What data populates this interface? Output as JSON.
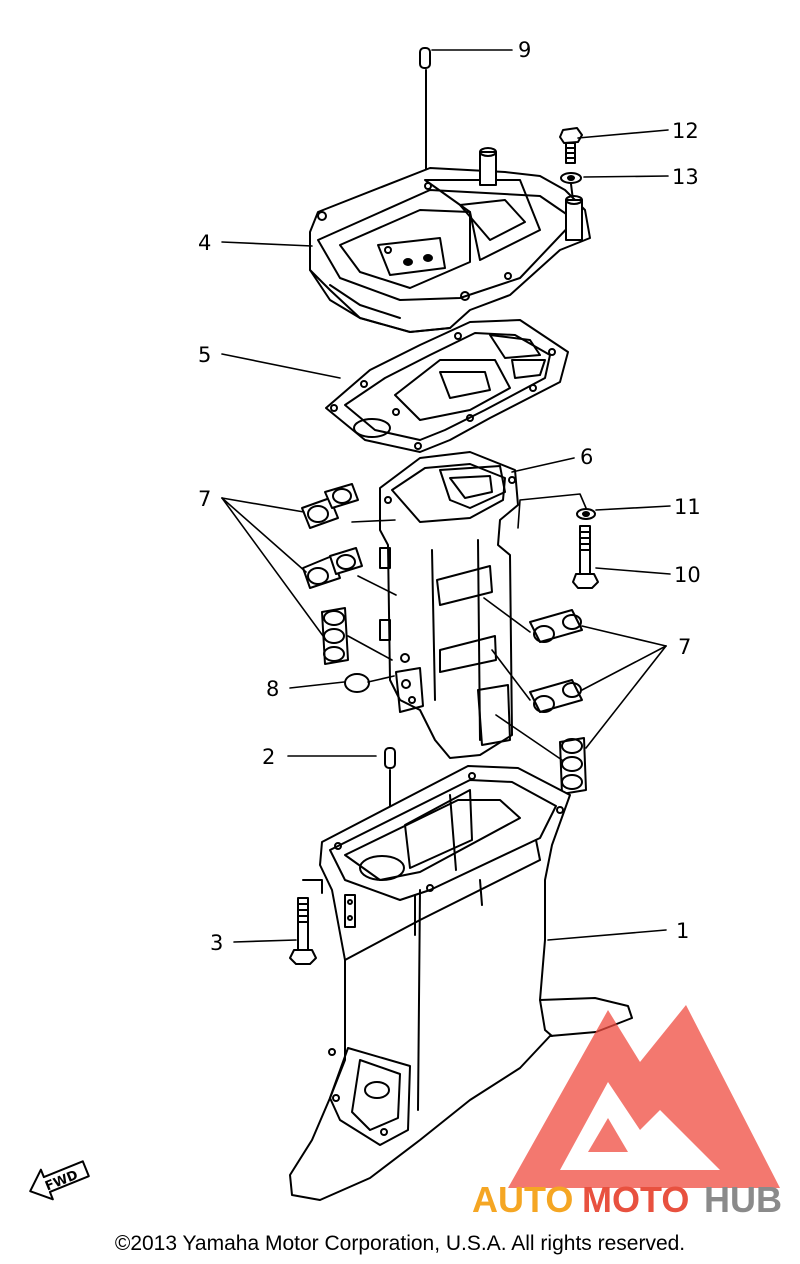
{
  "callouts": {
    "n1": "1",
    "n2": "2",
    "n3": "3",
    "n4": "4",
    "n5": "5",
    "n6": "6",
    "n7a": "7",
    "n7b": "7",
    "n8": "8",
    "n9": "9",
    "n10": "10",
    "n11": "11",
    "n12": "12",
    "n13": "13"
  },
  "fwd_label": "FWD",
  "watermark": {
    "part1": "AUTO",
    "part2": "MOTO",
    "part3": "HUB",
    "color_orange": "#f5a623",
    "color_red": "#e8513f",
    "color_gray": "#8a8a8a"
  },
  "copyright": "©2013 Yamaha Motor Corporation, U.S.A. All rights reserved."
}
